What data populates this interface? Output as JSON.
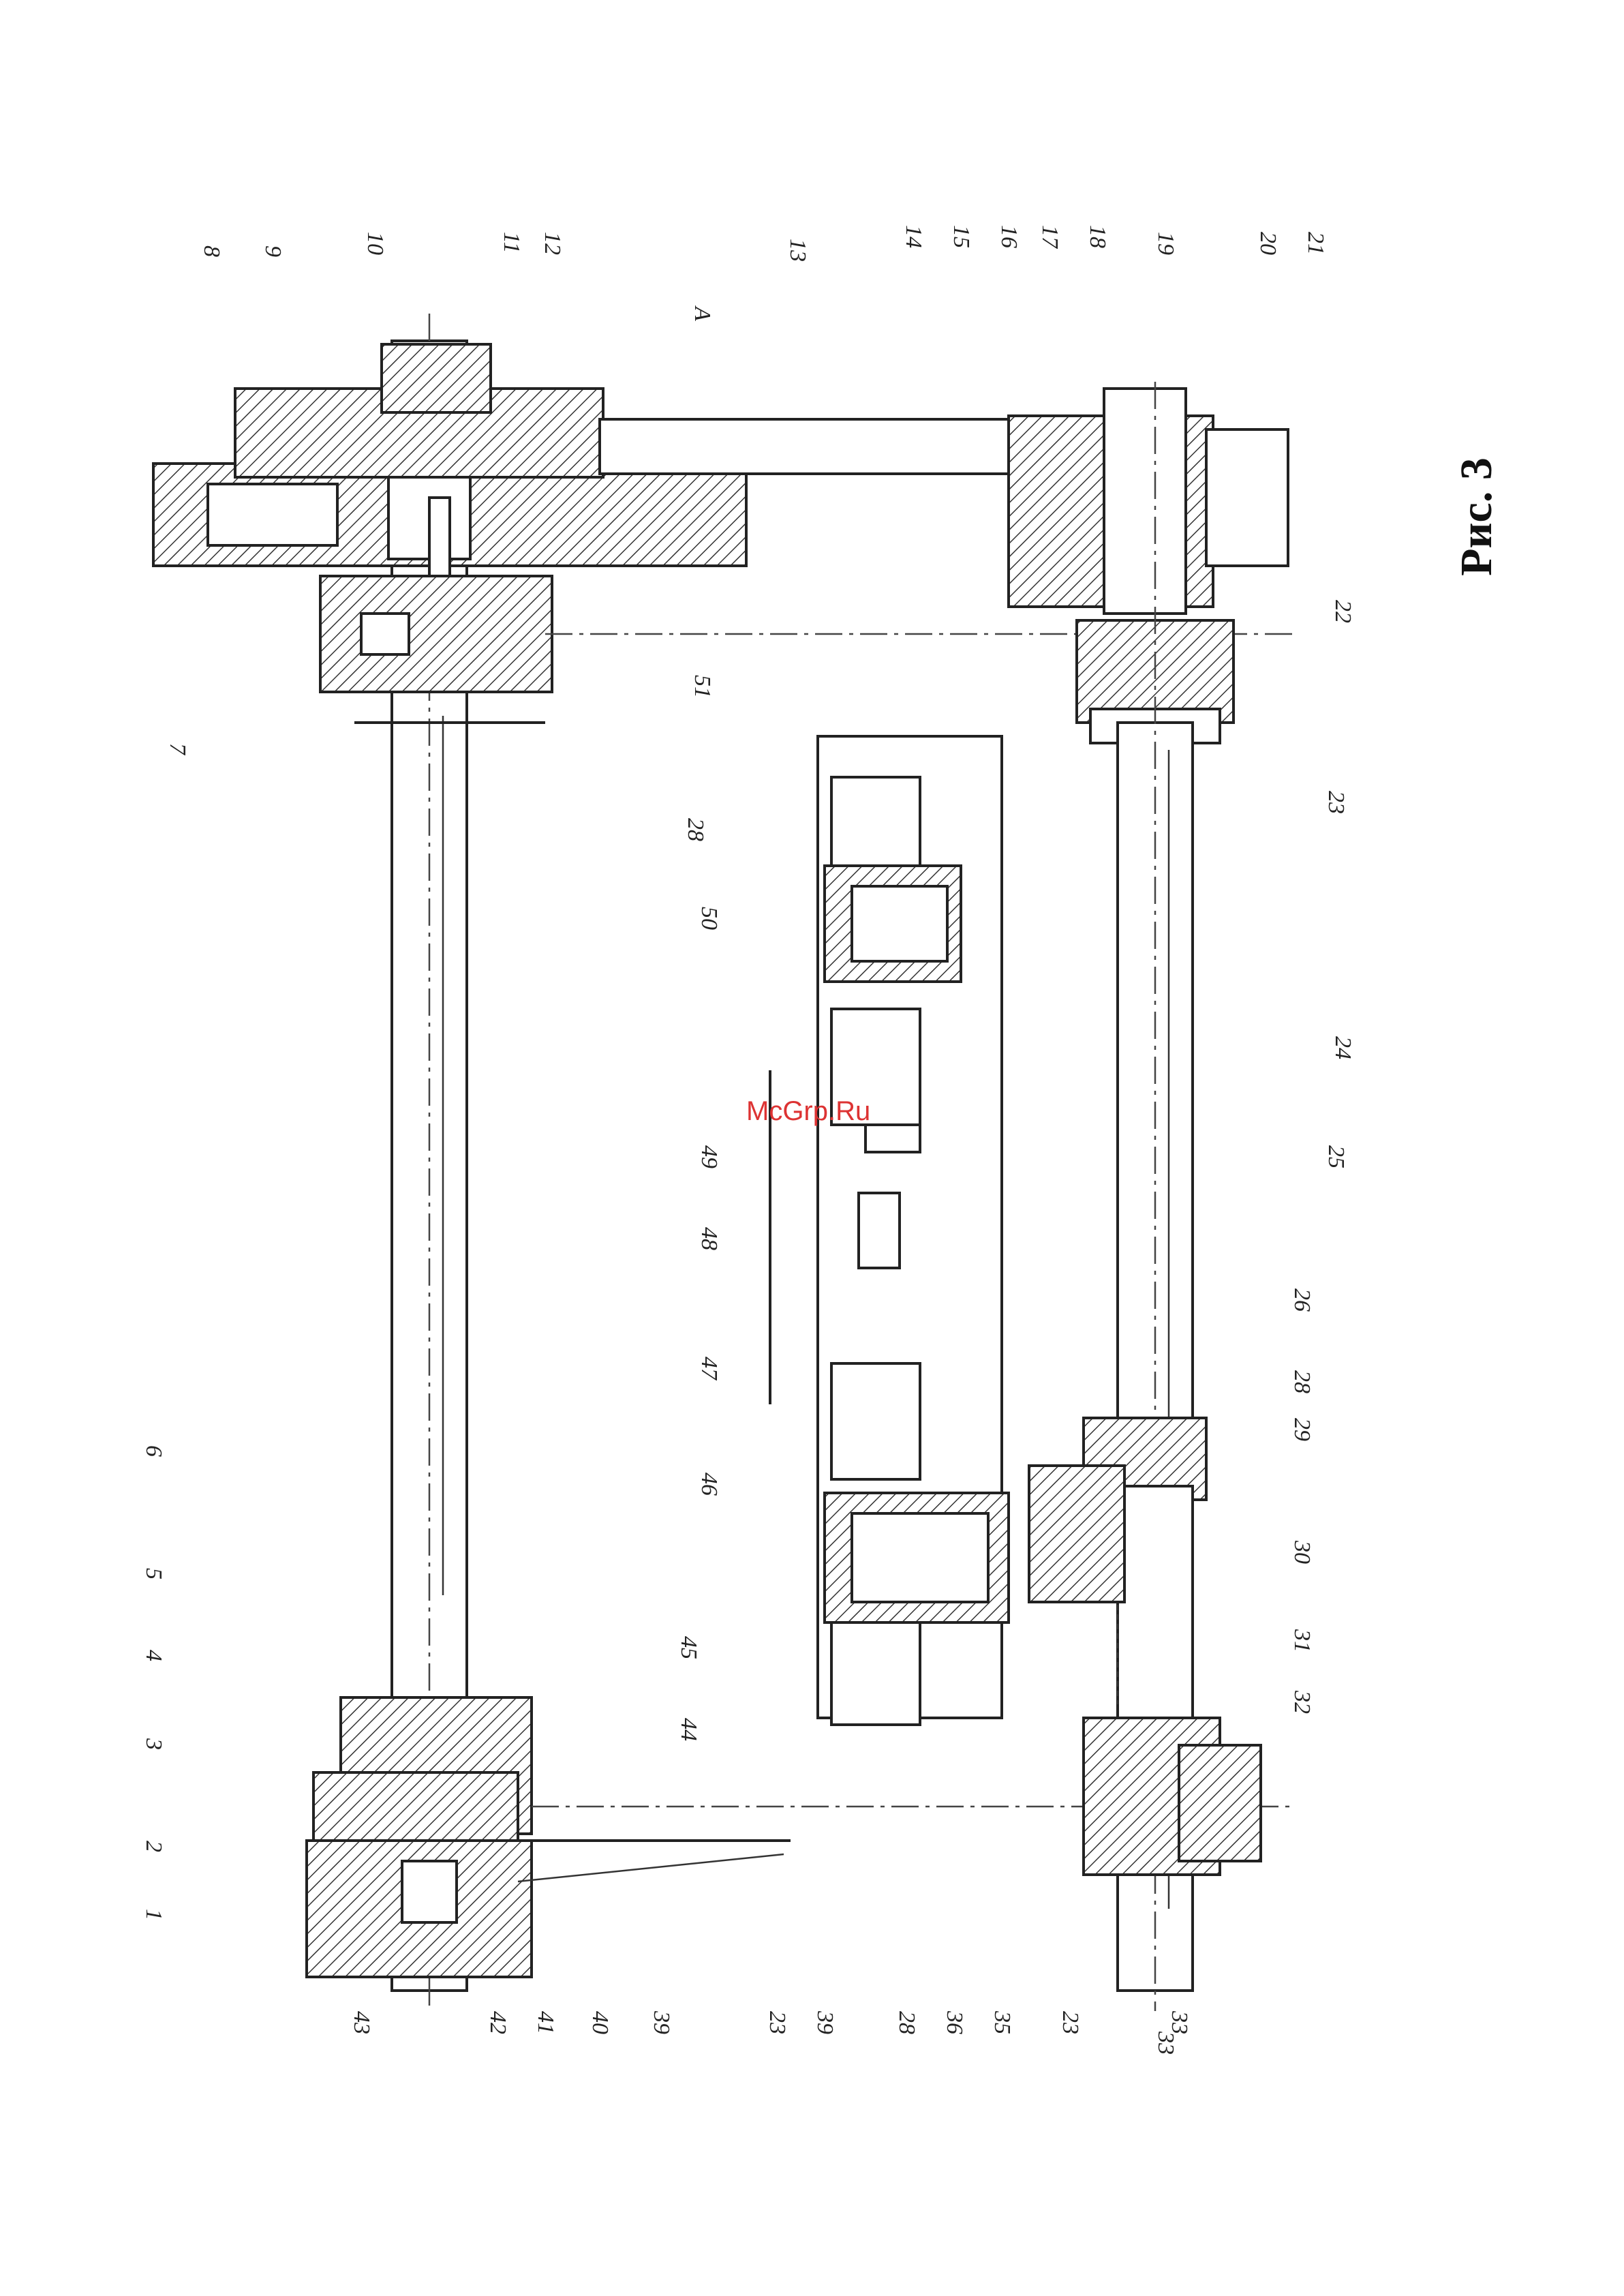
{
  "figure": {
    "caption": "Рис. 3",
    "view_label": "A",
    "watermark": "McGrp.Ru"
  },
  "callouts_top": [
    "8",
    "9",
    "10",
    "11",
    "12",
    "13",
    "14",
    "15",
    "16",
    "17",
    "18",
    "19",
    "20",
    "21"
  ],
  "callouts_right": [
    "22",
    "23",
    "24",
    "25",
    "26",
    "28",
    "29",
    "30",
    "31",
    "32",
    "33"
  ],
  "callouts_middle": [
    "7",
    "28",
    "51",
    "50",
    "49",
    "48",
    "47",
    "46"
  ],
  "callouts_left": [
    "1",
    "2",
    "3",
    "4",
    "5",
    "6",
    "45",
    "44"
  ],
  "callouts_bottom": [
    "43",
    "42",
    "41",
    "40",
    "39",
    "23",
    "39",
    "28",
    "36",
    "35",
    "23",
    "33"
  ]
}
